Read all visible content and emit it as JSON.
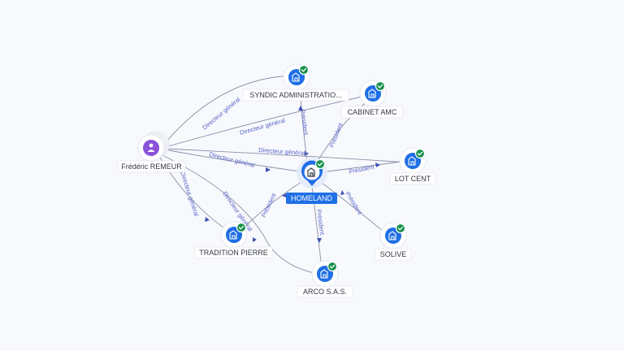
{
  "graph": {
    "center_node": {
      "label": "HOMELAND",
      "icon": "building-icon"
    },
    "person_node": {
      "label": "Frédéric REMEUR",
      "icon": "person-icon"
    },
    "company_nodes": [
      {
        "id": "syndic",
        "label": "SYNDIC ADMINISTRATIO...",
        "icon": "building-icon",
        "verified": true
      },
      {
        "id": "cabinet",
        "label": "CABINET AMC",
        "icon": "building-icon",
        "verified": true
      },
      {
        "id": "lotcent",
        "label": "LOT CENT",
        "icon": "building-icon",
        "verified": true
      },
      {
        "id": "solive",
        "label": "SOLIVE",
        "icon": "building-icon",
        "verified": true
      },
      {
        "id": "arco",
        "label": "ARCO S.A.S.",
        "icon": "building-icon",
        "verified": true
      },
      {
        "id": "tradition",
        "label": "TRADITION PIERRE",
        "icon": "building-icon",
        "verified": true
      }
    ],
    "edges": [
      {
        "from": "person",
        "to": "syndic",
        "label": "Directeur général"
      },
      {
        "from": "person",
        "to": "cabinet",
        "label": "Directeur général"
      },
      {
        "from": "person",
        "to": "lotcent",
        "label": "Directeur général"
      },
      {
        "from": "person",
        "to": "homeland",
        "label": "Directeur général"
      },
      {
        "from": "person",
        "to": "tradition",
        "label": "Directeur général"
      },
      {
        "from": "person",
        "to": "arco",
        "label": "Directeur général"
      },
      {
        "from": "homeland",
        "to": "syndic",
        "label": "Président"
      },
      {
        "from": "homeland",
        "to": "cabinet",
        "label": "Président"
      },
      {
        "from": "homeland",
        "to": "lotcent",
        "label": "Président"
      },
      {
        "from": "homeland",
        "to": "solive",
        "label": "Président"
      },
      {
        "from": "homeland",
        "to": "arco",
        "label": "Président"
      },
      {
        "from": "homeland",
        "to": "tradition",
        "label": "Président"
      }
    ]
  },
  "colors": {
    "accent": "#1f6fe5",
    "person": "#8a52d9",
    "verified": "#17914a",
    "edge_label": "#5a63c8",
    "edge": "#8a8fa8",
    "background": "#f7f9fc"
  }
}
